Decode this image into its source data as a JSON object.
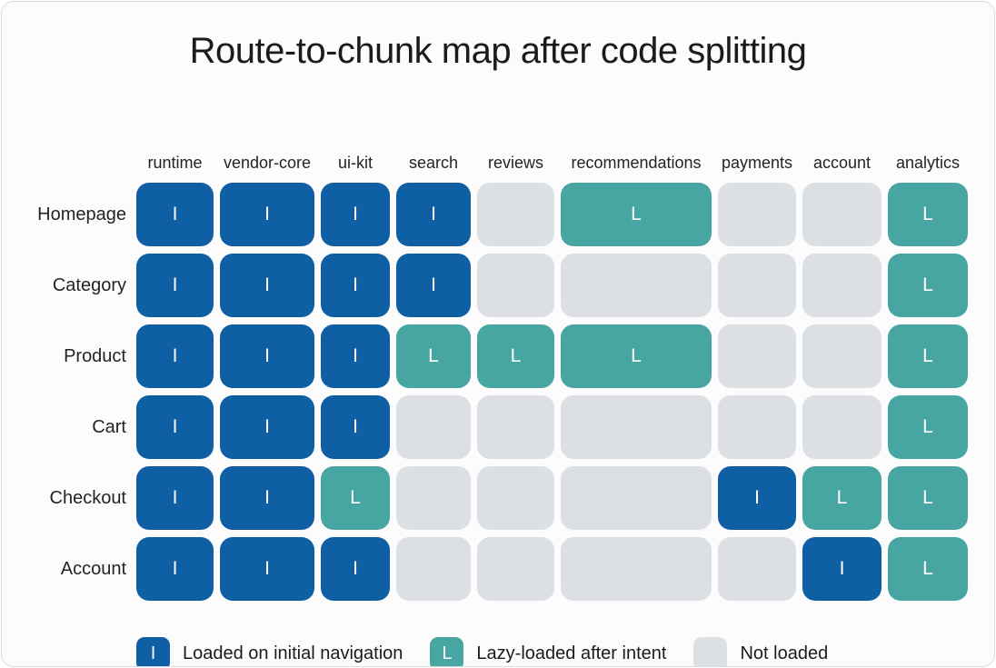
{
  "title": "Route-to-chunk map after code splitting",
  "chart_data": {
    "type": "heatmap",
    "title": "Route-to-chunk map after code splitting",
    "x_categories": [
      "runtime",
      "vendor-core",
      "ui-kit",
      "search",
      "reviews",
      "recommendations",
      "payments",
      "account",
      "analytics"
    ],
    "y_categories": [
      "Homepage",
      "Category",
      "Product",
      "Cart",
      "Checkout",
      "Account"
    ],
    "values": [
      [
        "I",
        "I",
        "I",
        "I",
        "",
        "L",
        "",
        "",
        "L"
      ],
      [
        "I",
        "I",
        "I",
        "I",
        "",
        "",
        "",
        "",
        "L"
      ],
      [
        "I",
        "I",
        "I",
        "L",
        "L",
        "L",
        "",
        "",
        "L"
      ],
      [
        "I",
        "I",
        "I",
        "",
        "",
        "",
        "",
        "",
        "L"
      ],
      [
        "I",
        "I",
        "L",
        "",
        "",
        "",
        "I",
        "L",
        "L"
      ],
      [
        "I",
        "I",
        "I",
        "",
        "",
        "",
        "",
        "I",
        "L"
      ]
    ],
    "value_meanings": {
      "I": "Loaded on initial navigation",
      "L": "Lazy-loaded after intent",
      "": "Not loaded"
    },
    "legend_position": "bottom",
    "grid": false
  },
  "legend": [
    {
      "key": "initial",
      "symbol": "I",
      "label": "Loaded on initial navigation"
    },
    {
      "key": "lazy",
      "symbol": "L",
      "label": "Lazy-loaded after intent"
    },
    {
      "key": "none",
      "symbol": "",
      "label": "Not loaded"
    }
  ],
  "colors": {
    "initial": "#0e5fa4",
    "lazy": "#47a6a1",
    "none": "#dce0e5",
    "cell_text": "#ffffff",
    "title_text": "#1b1b1d",
    "label_text": "#242427",
    "card_background": "#fcfcfd",
    "card_border": "#d9dbde"
  }
}
